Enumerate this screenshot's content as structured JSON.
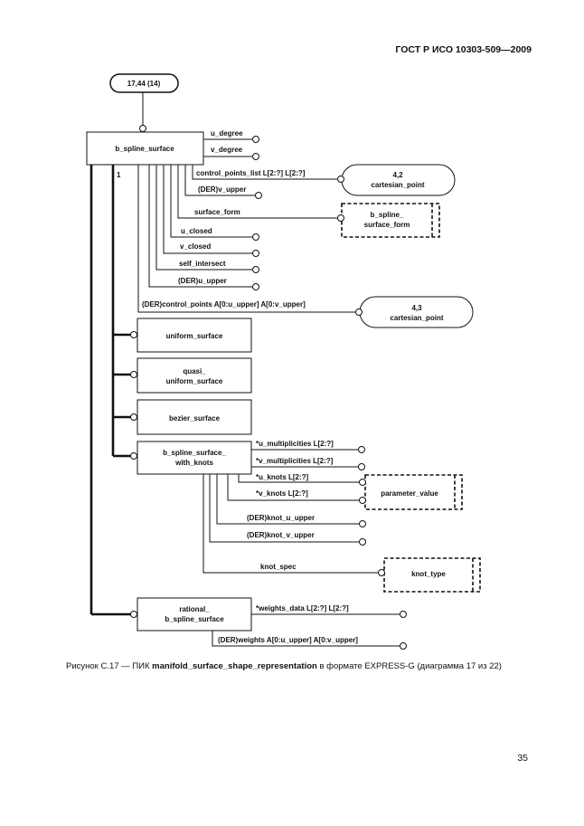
{
  "header": "ГОСТ Р ИСО 10303-509—2009",
  "page_ref": "17,44 (14)",
  "entities": {
    "b_spline_surface": [
      "b_spline_surface"
    ],
    "uniform_surface": [
      "uniform_surface"
    ],
    "quasi_uniform_surface": [
      "quasi_",
      "uniform_surface"
    ],
    "bezier_surface": [
      "bezier_surface"
    ],
    "b_spline_surface_with_knots": [
      "b_spline_surface_",
      "with_knots"
    ],
    "rational_b_spline_surface": [
      "rational_",
      "b_spline_surface"
    ]
  },
  "references": {
    "cp_ref": [
      "4,2",
      "cartesian_point"
    ],
    "form_ref": [
      "b_spline_",
      "surface_form"
    ],
    "cpa_ref": [
      "4,3",
      "cartesian_point"
    ],
    "param_ref": [
      "parameter_value"
    ],
    "knot_ref": [
      "knot_type"
    ]
  },
  "subtype_label": "1",
  "attributes": {
    "u_degree": "u_degree",
    "v_degree": "v_degree",
    "control_points_list": "control_points_list L[2:?] L[2:?]",
    "v_upper": "(DER)v_upper",
    "surface_form": "surface_form",
    "u_closed": "u_closed",
    "v_closed": "v_closed",
    "self_intersect": "self_intersect",
    "u_upper": "(DER)u_upper",
    "control_points": "(DER)control_points A[0:u_upper] A[0:v_upper]",
    "u_multiplicities": "*u_multiplicities L[2:?]",
    "v_multiplicities": "*v_multiplicities L[2:?]",
    "u_knots": "*u_knots L[2:?]",
    "v_knots": "*v_knots L[2:?]",
    "knot_u_upper": "(DER)knot_u_upper",
    "knot_v_upper": "(DER)knot_v_upper",
    "knot_spec": "knot_spec",
    "weights_data": "*weights_data L[2:?] L[2:?]",
    "weights": "(DER)weights A[0:u_upper] A[0:v_upper]"
  },
  "caption": {
    "prefix": "Рисунок С.17 — ПИК ",
    "bold": "manifold_surface_shape_representation",
    "suffix": " в формате EXPRESS-G (диаграмма 17 из 22)"
  },
  "page_number": "35"
}
